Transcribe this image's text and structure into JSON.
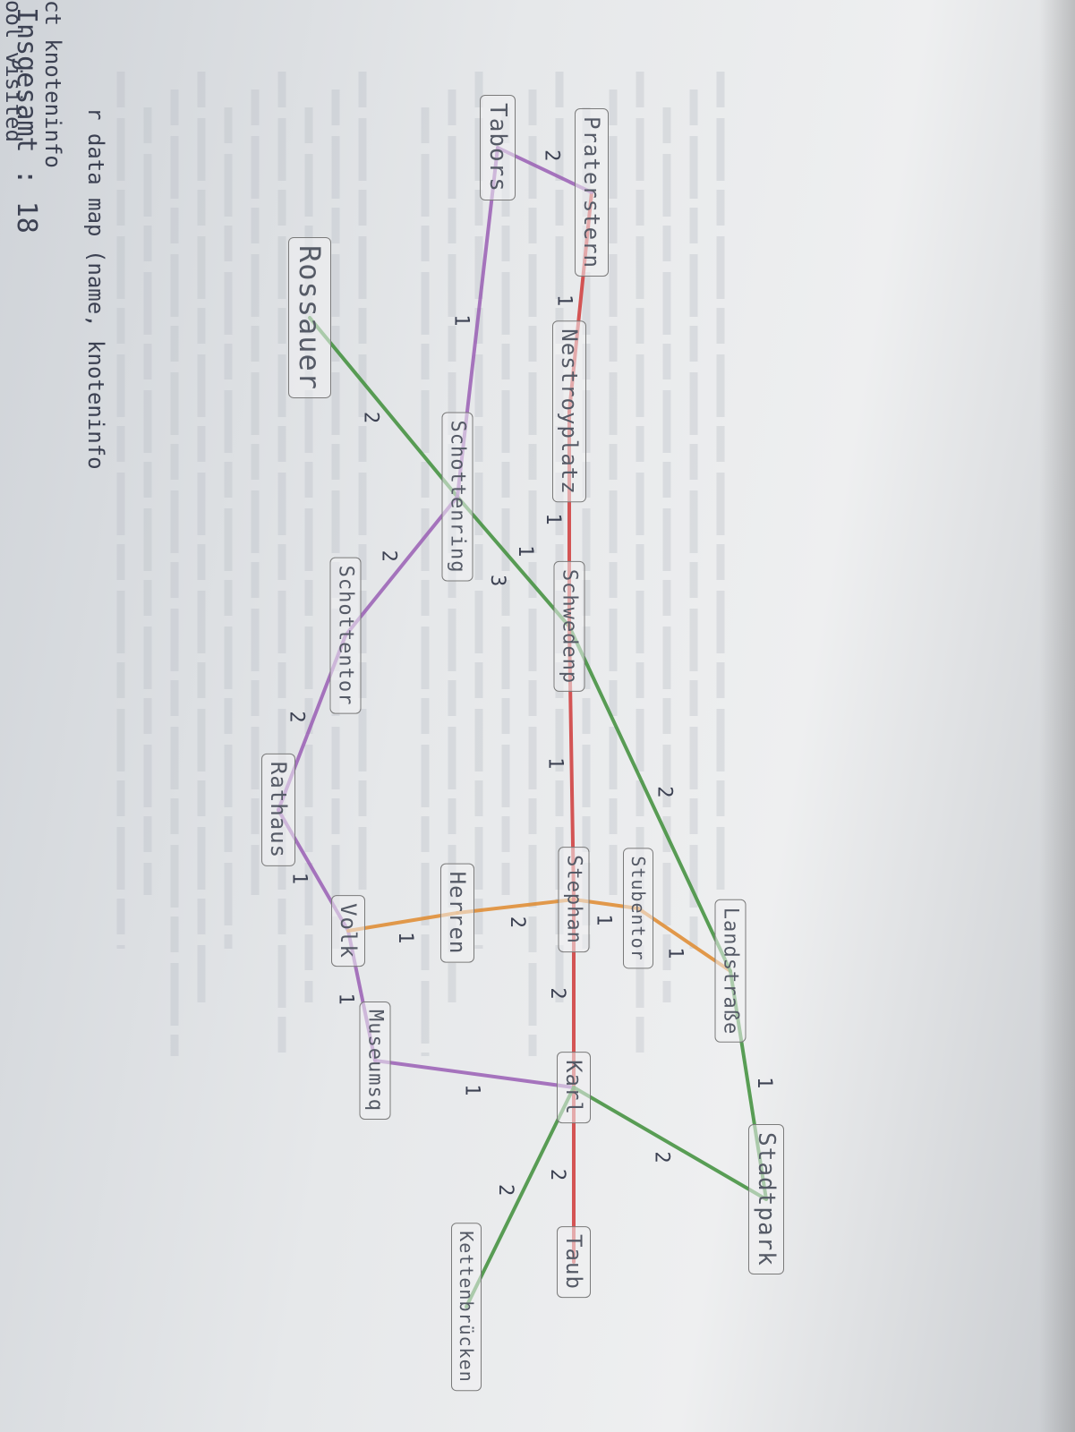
{
  "diagram": {
    "nodes": [
      {
        "id": "rossauer",
        "label": "Rossauer"
      },
      {
        "id": "schottenring",
        "label": "Schottenring"
      },
      {
        "id": "schottentor",
        "label": "Schottentor"
      },
      {
        "id": "rathaus",
        "label": "Rathaus"
      },
      {
        "id": "volk",
        "label": "Volk"
      },
      {
        "id": "herren",
        "label": "Herren"
      },
      {
        "id": "museums",
        "label": "Museumsq"
      },
      {
        "id": "karl",
        "label": "Karl"
      },
      {
        "id": "stephan",
        "label": "Stephan"
      },
      {
        "id": "stubentor",
        "label": "Stubentor"
      },
      {
        "id": "schwedenp",
        "label": "Schwedenp"
      },
      {
        "id": "nestroy",
        "label": "Nestroyplatz"
      },
      {
        "id": "praterstern",
        "label": "Praterstern"
      },
      {
        "id": "tabors",
        "label": "Tabors"
      },
      {
        "id": "landstr",
        "label": "Landstraße"
      },
      {
        "id": "stadtpark",
        "label": "Stadtpark"
      },
      {
        "id": "taub",
        "label": "Taub"
      },
      {
        "id": "kettenbr",
        "label": "Kettenbrücken"
      }
    ],
    "edges": [
      {
        "from": "rossauer",
        "to": "schottenring",
        "color": "#3f8f3a",
        "weight": "2"
      },
      {
        "from": "schottenring",
        "to": "schottentor",
        "color": "#9a5fb5",
        "weight": "2"
      },
      {
        "from": "schottentor",
        "to": "rathaus",
        "color": "#9a5fb5",
        "weight": "2"
      },
      {
        "from": "rathaus",
        "to": "volk",
        "color": "#9a5fb5",
        "weight": "1"
      },
      {
        "from": "volk",
        "to": "museums",
        "color": "#9a5fb5",
        "weight": "1"
      },
      {
        "from": "museums",
        "to": "karl",
        "color": "#9a5fb5",
        "weight": "1"
      },
      {
        "from": "volk",
        "to": "herren",
        "color": "#e08a2e",
        "weight": "1"
      },
      {
        "from": "herren",
        "to": "stephan",
        "color": "#e08a2e",
        "weight": "2"
      },
      {
        "from": "stephan",
        "to": "stubentor",
        "color": "#e08a2e",
        "weight": "1"
      },
      {
        "from": "stubentor",
        "to": "landstr",
        "color": "#e08a2e",
        "weight": "1"
      },
      {
        "from": "stephan",
        "to": "karl",
        "color": "#d03a3a",
        "weight": "2"
      },
      {
        "from": "karl",
        "to": "taub",
        "color": "#d03a3a",
        "weight": "2"
      },
      {
        "from": "karl",
        "to": "kettenbr",
        "color": "#3f8f3a",
        "weight": "2"
      },
      {
        "from": "karl",
        "to": "stadtpark",
        "color": "#3f8f3a",
        "weight": "2"
      },
      {
        "from": "stadtpark",
        "to": "landstr",
        "color": "#3f8f3a",
        "weight": "1"
      },
      {
        "from": "landstr",
        "to": "schwedenp",
        "color": "#3f8f3a",
        "weight": "2"
      },
      {
        "from": "schwedenp",
        "to": "schottenring",
        "color": "#3f8f3a",
        "weight": "1"
      },
      {
        "from": "schwedenp",
        "to": "stephan",
        "color": "#d03a3a",
        "weight": "1"
      },
      {
        "from": "nestroy",
        "to": "schwedenp",
        "color": "#d03a3a",
        "weight": "1"
      },
      {
        "from": "praterstern",
        "to": "nestroy",
        "color": "#d03a3a",
        "weight": "1"
      },
      {
        "from": "praterstern",
        "to": "tabors",
        "color": "#9a5fb5",
        "weight": "2"
      },
      {
        "from": "tabors",
        "to": "schottenring",
        "color": "#9a5fb5",
        "weight": "1"
      }
    ],
    "extra_labels": [
      {
        "id": "schottenring-3",
        "text": "3"
      }
    ]
  },
  "annotations": {
    "total_label": "Insgesamt : 18",
    "note_line_1": "r data map (name, knoteninfo",
    "note_line_2": "ct knoteninfo",
    "note_line_3": "ool visited"
  }
}
